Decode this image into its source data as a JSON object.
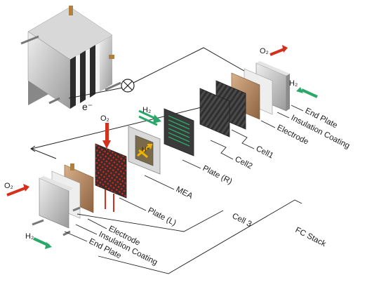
{
  "labels": {
    "end_plate_top": "End Plate",
    "insulation_top": "Insulation Coating",
    "electrode_top": "Electrode",
    "cell1": "Cell1",
    "cell2": "Cell2",
    "plate_r": "Plate (R)",
    "mea": "MEA",
    "plate_l": "Plate (L)",
    "cell3": "Cell 3",
    "fc_stack": "FC Stack",
    "electrode_bottom": "Electrode",
    "insulation_bottom": "Insulation Coating",
    "end_plate_bottom": "End Plate",
    "electron": "e⁻"
  },
  "gas_labels": {
    "o2_top_right": "O₂",
    "h2_top_right": "H₂",
    "h2_middle": "H₂",
    "o2_middle": "O₂",
    "h_plus": "H⁺",
    "o2_left": "O₂",
    "h2_bottom_left": "H₂"
  },
  "colors": {
    "oxygen": "#d4301e",
    "hydrogen": "#2aa86a",
    "gold_plate": "#b5895a",
    "carbon": "#3a3a3a",
    "steel": "#c8c8c8"
  }
}
